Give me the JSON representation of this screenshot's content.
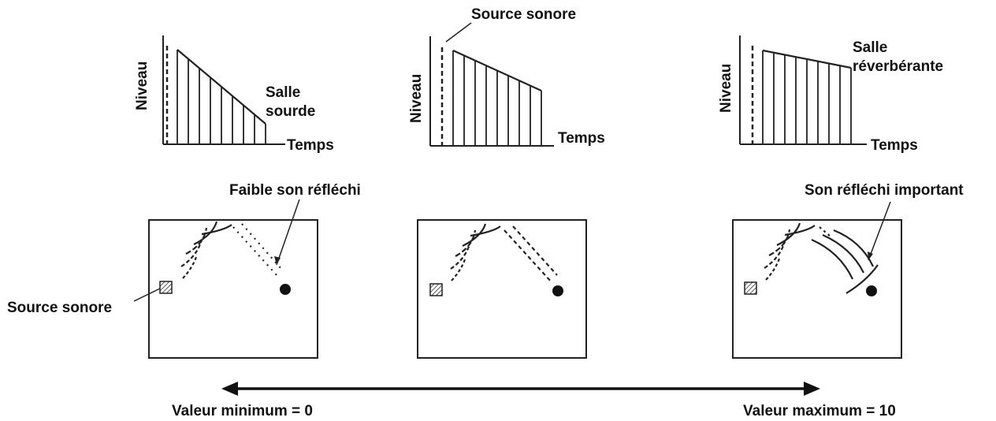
{
  "graphs": [
    {
      "ylabel": "Niveau",
      "xlabel": "Temps",
      "room_label": [
        "Salle",
        "sourde"
      ]
    },
    {
      "ylabel": "Niveau",
      "xlabel": "Temps",
      "source_label": "Source sonore"
    },
    {
      "ylabel": "Niveau",
      "xlabel": "Temps",
      "room_label": [
        "Salle",
        "réverbérante"
      ]
    }
  ],
  "rooms": [
    {
      "callout": "Faible son réfléchi",
      "source_label": "Source sonore"
    },
    {},
    {
      "callout": "Son réfléchi important"
    }
  ],
  "scale": {
    "min_label": "Valeur minimum = 0",
    "max_label": "Valeur maximum = 10"
  }
}
